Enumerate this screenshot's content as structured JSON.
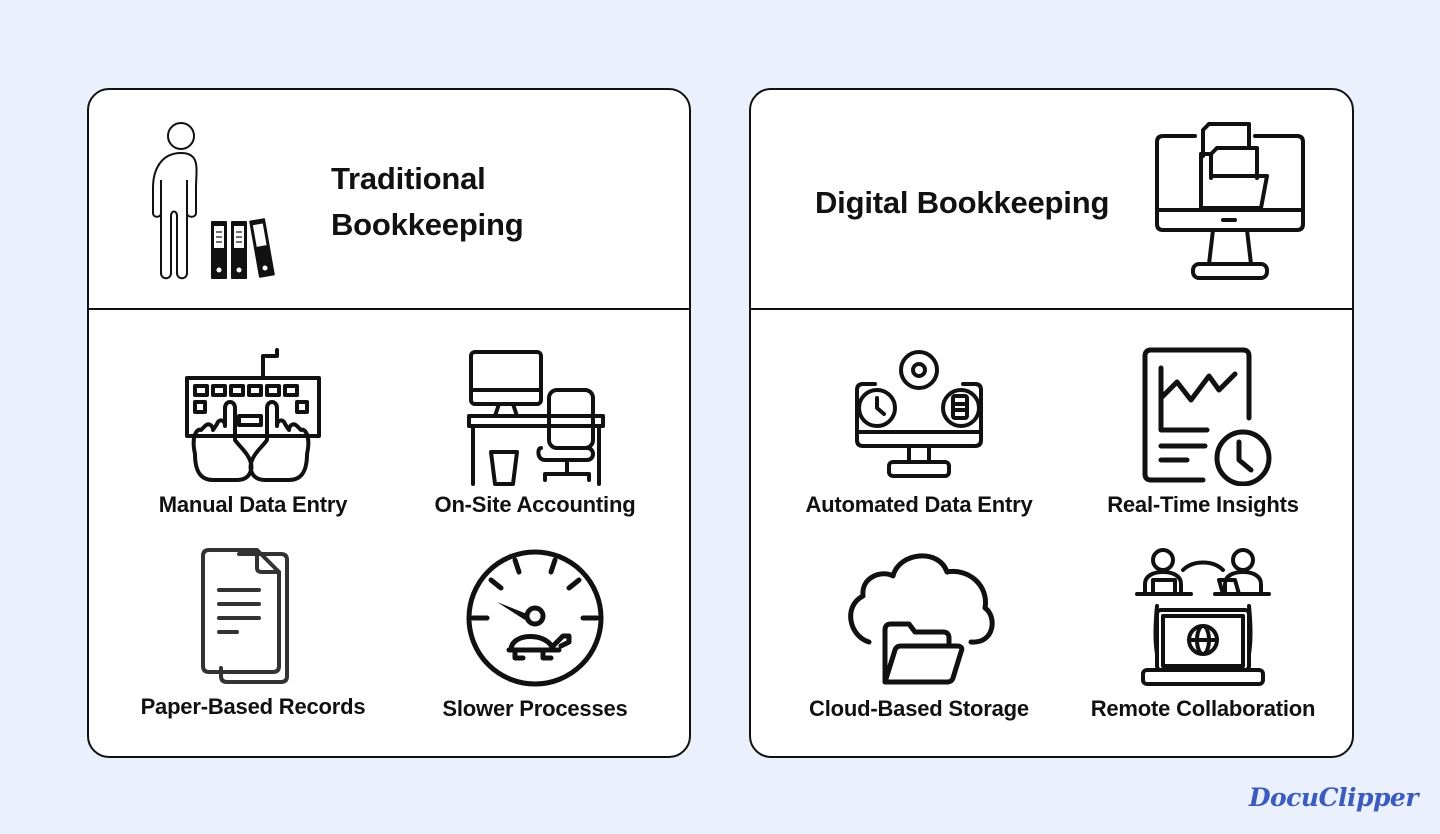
{
  "background_color": "#eaf1fd",
  "panels": [
    {
      "id": "traditional",
      "title": "Traditional Bookkeeping",
      "title_lines": [
        "Traditional",
        "Bookkeeping"
      ],
      "header_icon": "person-with-binders-icon",
      "features": [
        {
          "label": "Manual Data Entry",
          "icon": "hands-on-keyboard-icon"
        },
        {
          "label": "On-Site Accounting",
          "icon": "office-desk-chair-icon"
        },
        {
          "label": "Paper-Based Records",
          "icon": "paper-documents-icon"
        },
        {
          "label": "Slower Processes",
          "icon": "turtle-speedometer-icon"
        }
      ]
    },
    {
      "id": "digital",
      "title": "Digital Bookkeeping",
      "header_icon": "monitor-with-folder-icon",
      "features": [
        {
          "label": "Automated Data Entry",
          "icon": "automation-monitor-icon"
        },
        {
          "label": "Real-Time Insights",
          "icon": "chart-report-clock-icon"
        },
        {
          "label": "Cloud-Based Storage",
          "icon": "cloud-folder-icon"
        },
        {
          "label": "Remote Collaboration",
          "icon": "remote-team-laptop-globe-icon"
        }
      ]
    }
  ],
  "logo": {
    "text": "DocuClipper",
    "color": "#3a5bc7"
  }
}
